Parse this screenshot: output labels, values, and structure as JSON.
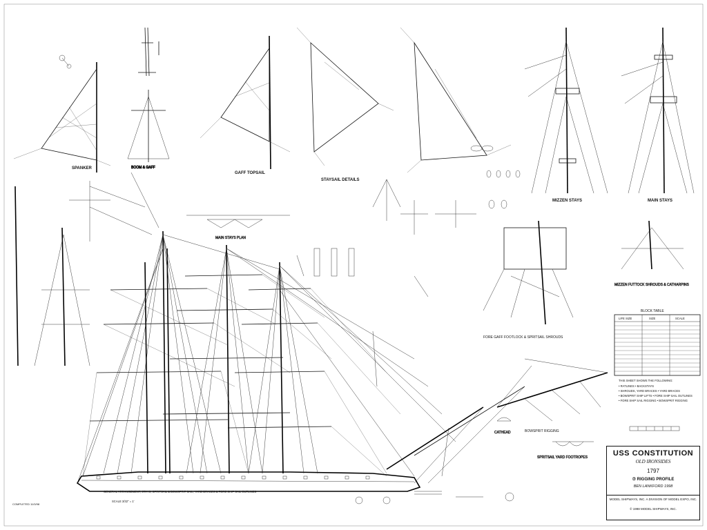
{
  "title_block": {
    "title": "USS CONSTITUTION",
    "subtitle": "OLD IRONSIDES",
    "year": "1797",
    "sheet": "⑦ RIGGING PROFILE",
    "author": "BEN LANKFORD 1998",
    "maker": "MODEL SHIPWAYS, INC.   A DIVISION OF MODEL EXPO, INC.",
    "copyright": "© 1998 MODEL SHIPWAYS, INC."
  },
  "captions": {
    "spanker": "SPANKER",
    "gaff_topsail": "GAFF TOPSAIL",
    "main_stays": "MAIN STAYS",
    "mizzen_stays": "MIZZEN STAYS",
    "main_stays_plan": "MAIN STAYS PLAN",
    "boom_and_gaff": "BOOM & GAFF",
    "spritsail_yard": "SPRITSAIL YARD FOOTROPES",
    "bowsprit_rigging": "BOWSPRIT RIGGING",
    "block_table": "BLOCK TABLE",
    "fore_gaff_foot": "FORE GAFF FOOTLOCK & SPRITSAIL SHROUDS",
    "mizzen_futtock": "MIZZEN FUTTOCK SHROUDS & CATHARPINS",
    "staysail_details": "STAYSAIL DETAILS",
    "cathead": "CATHEAD",
    "general": "GENERAL ARRANGEMENT, STAYS, SPRITSAIL & BOWSPRIT SAIL, YARD BRACES & FORE SHIP SAIL OUTLINES",
    "completed": "COMPLETED 11/3/98",
    "scale": "SCALE 3/32\" = 1'"
  },
  "notes_box": {
    "heading": "THIS SHEET SHOWS THE FOLLOWING:",
    "lines": [
      "• RATLINES  • BACKSTAYS",
      "• SHROUDS, YARD BRACES  • YARD BRACES",
      "• BOWSPRIT SHIP LIFTS  • FORE SHIP SAIL OUTLINES",
      "• FORE SHIP SAIL RIGGING  • BOWSPRIT RIGGING"
    ]
  },
  "block_table": {
    "headers": [
      "LIFE SIZE",
      "SIZE",
      "SCALE"
    ],
    "rows": 14
  }
}
